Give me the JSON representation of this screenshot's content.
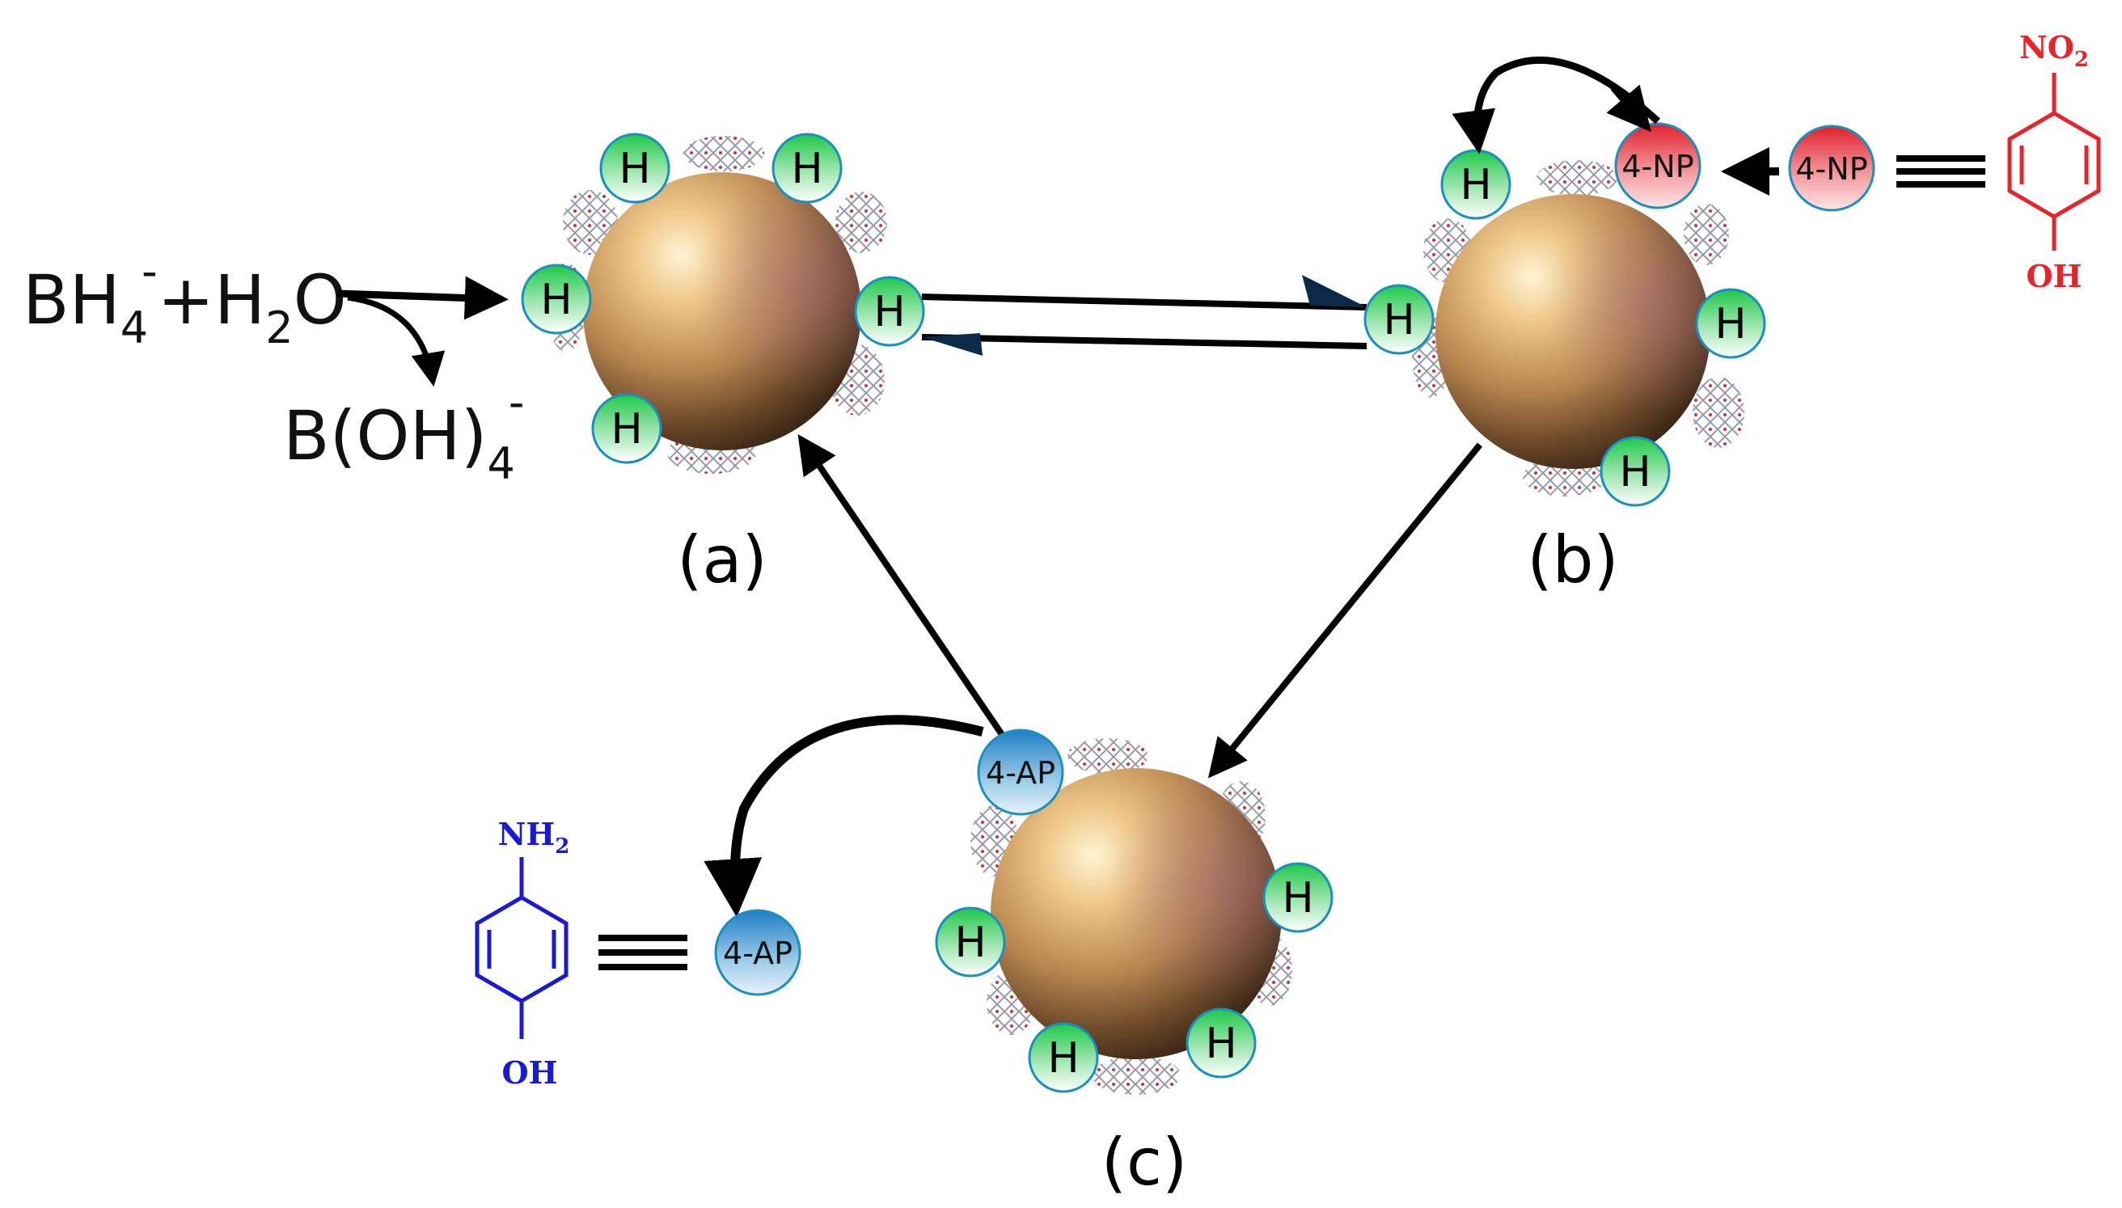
{
  "reaction": {
    "reactant_main": "BH",
    "reactant_sub": "4",
    "reactant_sup": "-",
    "plus": "+H",
    "water_sub": "2",
    "water_o": "O",
    "product_main": "B(OH)",
    "product_sub": "4",
    "product_sup": "-"
  },
  "panels": {
    "a": "(a)",
    "b": "(b)",
    "c": "(c)"
  },
  "badges": {
    "hydrogen": "H",
    "nitrophenol": "4-NP",
    "aminophenol": "4-AP"
  },
  "molecules": {
    "nitrophenol": {
      "top": "NO",
      "top_sub": "2",
      "bottom": "OH",
      "color": "#e8242a"
    },
    "aminophenol": {
      "top": "NH",
      "top_sub": "2",
      "bottom": "OH",
      "color": "#1a1ad6"
    }
  },
  "colors": {
    "hydrogen_badge": "#2fd35a",
    "nitrophenol_badge": "#e0343c",
    "aminophenol_badge": "#1f83c9",
    "nanoparticle": "#c89a5a",
    "arrow": "#000000",
    "arrowhead_accent": "#0b2a4a"
  }
}
